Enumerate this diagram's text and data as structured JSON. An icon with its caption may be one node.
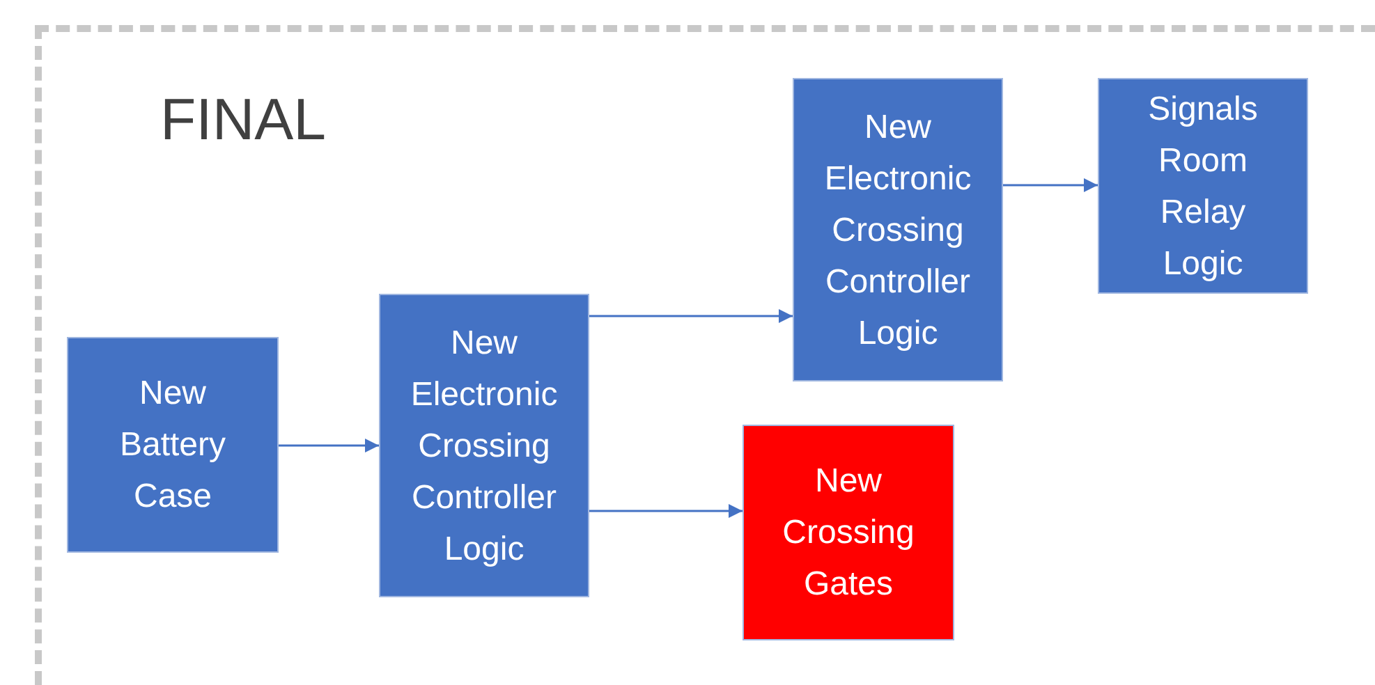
{
  "diagram": {
    "nodes": [
      {
        "text": [
          "FINAL"
        ]
      },
      {
        "text": [
          "New Battery Case"
        ],
        "in": 0
      },
      {
        "text": [
          "New Electronic Crossing Controller Logic"
        ],
        "in": 0
      },
      {
        "text": [
          "New Electronic Crossing Controller Logic"
        ],
        "in": 0
      },
      {
        "text": [
          "Signals Room Relay Logic"
        ],
        "in": 0
      },
      {
        "text": [
          "New Crossing Gates"
        ],
        "in": 0
      }
    ],
    "edges": [
      {
        "from": 1,
        "to": 2,
        "arrow": "to"
      },
      {
        "from": 2,
        "to": 3,
        "arrow": "to"
      },
      {
        "from": 3,
        "to": 4,
        "arrow": "to"
      },
      {
        "from": 2,
        "to": 5,
        "arrow": "to"
      }
    ]
  }
}
